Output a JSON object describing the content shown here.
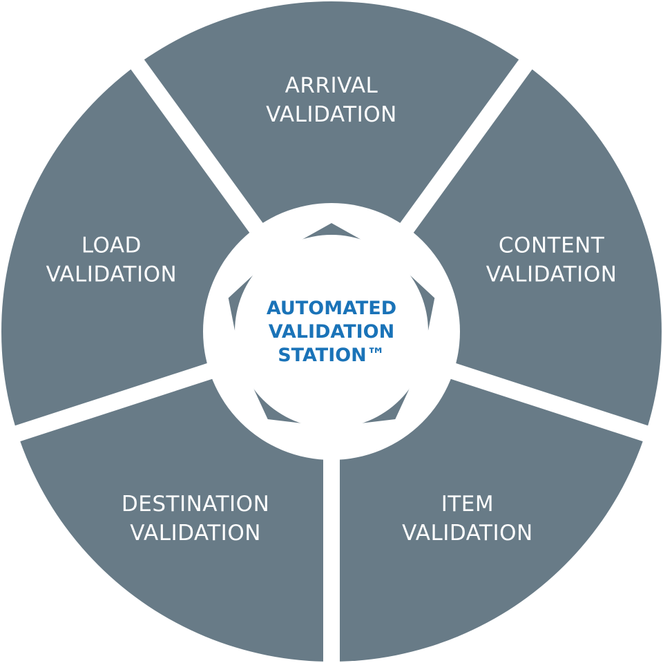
{
  "colors": {
    "segment": "#687b87",
    "gap": "#ffffff",
    "hub_ring": "#ffffff",
    "hub_inner": "#ffffff",
    "hub_text": "#1a73b8"
  },
  "segments": [
    {
      "lines": [
        "ARRIVAL",
        "VALIDATION"
      ]
    },
    {
      "lines": [
        "CONTENT",
        "VALIDATION"
      ]
    },
    {
      "lines": [
        "ITEM",
        "VALIDATION"
      ]
    },
    {
      "lines": [
        "DESTINATION",
        "VALIDATION"
      ]
    },
    {
      "lines": [
        "LOAD",
        "VALIDATION"
      ]
    }
  ],
  "hub": {
    "lines": [
      "AUTOMATED",
      "VALIDATION",
      "STATION™"
    ]
  }
}
